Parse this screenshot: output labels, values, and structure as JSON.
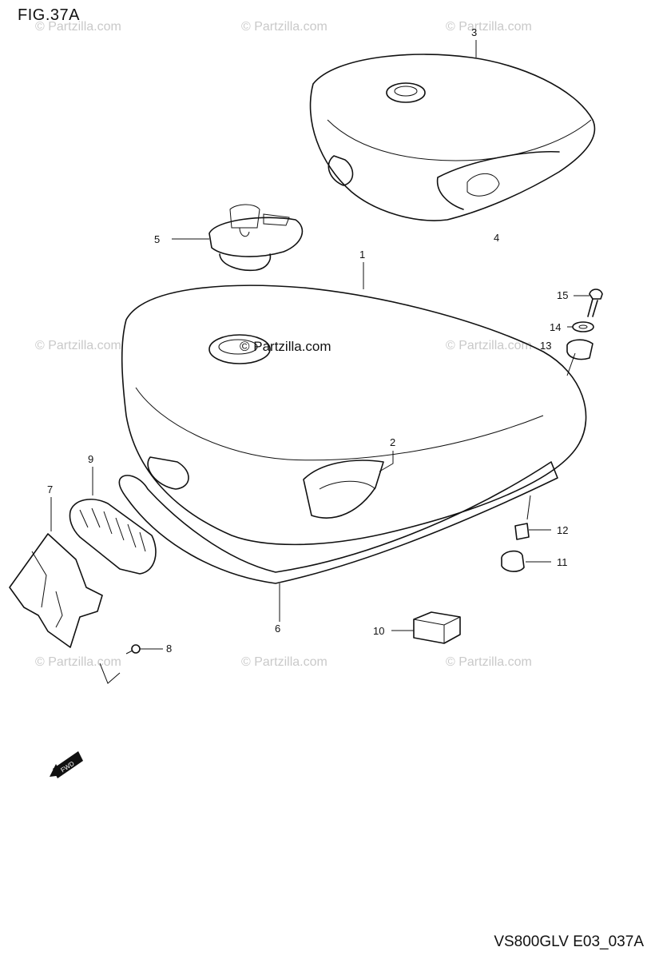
{
  "figure": {
    "title": "FIG.37A",
    "code": "VS800GLV E03_037A",
    "fwd_label": "FWD"
  },
  "watermark": {
    "text": "© Partzilla.com",
    "center_text": "© Partzilla.com"
  },
  "callouts": [
    "1",
    "2",
    "3",
    "4",
    "5",
    "6",
    "7",
    "8",
    "9",
    "10",
    "11",
    "12",
    "13",
    "14",
    "15"
  ]
}
